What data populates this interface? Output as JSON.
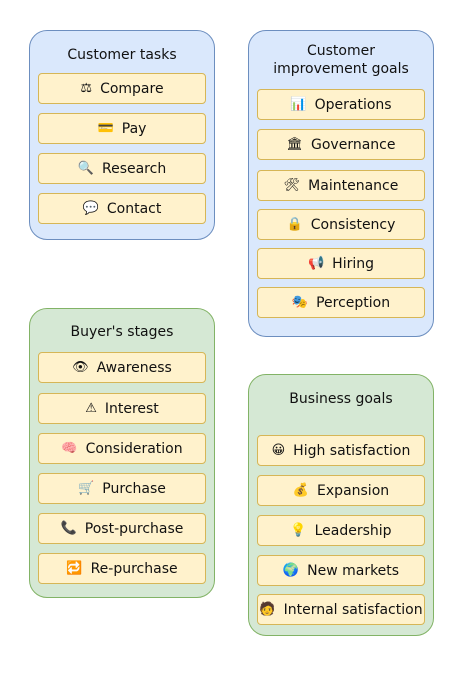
{
  "customer_tasks": {
    "title": "Customer tasks",
    "items": [
      {
        "label": "Compare",
        "icon": "⚖"
      },
      {
        "label": "Pay",
        "icon": "💳"
      },
      {
        "label": "Research",
        "icon": "🔍"
      },
      {
        "label": "Contact",
        "icon": "💬"
      }
    ]
  },
  "customer_improvement_goals": {
    "title": "Customer improvement goals",
    "items": [
      {
        "label": "Operations",
        "icon": "📊"
      },
      {
        "label": "Governance",
        "icon": "🏛"
      },
      {
        "label": "Maintenance",
        "icon": "🛠"
      },
      {
        "label": "Consistency",
        "icon": "🔒"
      },
      {
        "label": "Hiring",
        "icon": "📢"
      },
      {
        "label": "Perception",
        "icon": "🎭"
      }
    ]
  },
  "buyers_stages": {
    "title": "Buyer's stages",
    "items": [
      {
        "label": "Awareness",
        "icon": "👁"
      },
      {
        "label": "Interest",
        "icon": "⚠"
      },
      {
        "label": "Consideration",
        "icon": "🧠"
      },
      {
        "label": "Purchase",
        "icon": "🛒"
      },
      {
        "label": "Post-purchase",
        "icon": "📞"
      },
      {
        "label": "Re-purchase",
        "icon": "🔁"
      }
    ]
  },
  "business_goals": {
    "title": "Business goals",
    "items": [
      {
        "label": "High satisfaction",
        "icon": "😀"
      },
      {
        "label": "Expansion",
        "icon": "💰"
      },
      {
        "label": "Leadership",
        "icon": "💡"
      },
      {
        "label": "New markets",
        "icon": "🌍"
      },
      {
        "label": "Internal satisfaction",
        "icon": "🧑"
      }
    ]
  }
}
